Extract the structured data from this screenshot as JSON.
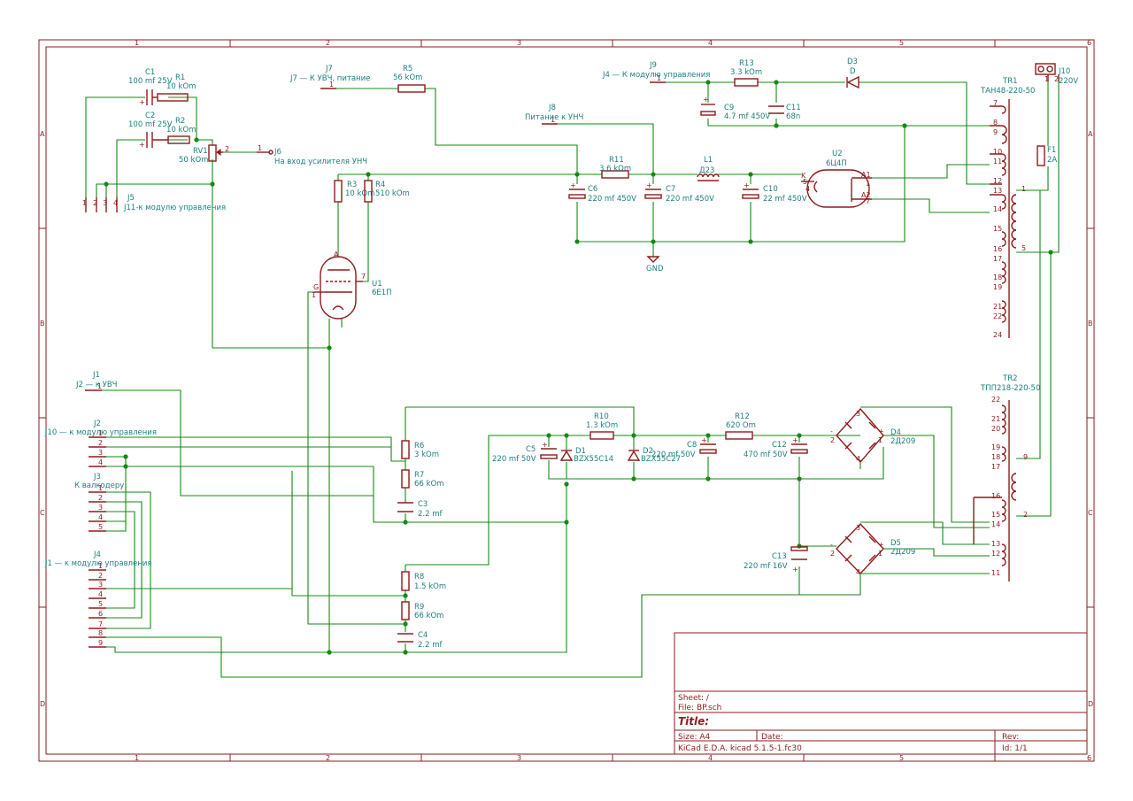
{
  "frame": {
    "cols": [
      "1",
      "2",
      "3",
      "4",
      "5",
      "6"
    ],
    "rows": [
      "A",
      "B",
      "C",
      "D"
    ]
  },
  "components": {
    "C1": {
      "ref": "C1",
      "val": "100 mf 25V"
    },
    "R1": {
      "ref": "R1",
      "val": "10 kOm"
    },
    "C2": {
      "ref": "C2",
      "val": "100 mf 25V"
    },
    "R2": {
      "ref": "R2",
      "val": "10 kOm"
    },
    "RV1": {
      "ref": "RV1",
      "val": "50 kOm"
    },
    "J6": {
      "ref": "J6",
      "val": "На вход усилителя УНЧ"
    },
    "J7": {
      "ref": "J7",
      "val": "J7 — К УВЧ, питание"
    },
    "R5": {
      "ref": "R5",
      "val": "56 kOm"
    },
    "J8": {
      "ref": "J8",
      "val": "Питание к УНЧ"
    },
    "J9": {
      "ref": "J9",
      "val": "J4 — К модулю управления"
    },
    "R13": {
      "ref": "R13",
      "val": "3.3 kOm"
    },
    "D3": {
      "ref": "D3",
      "val": "D"
    },
    "C9": {
      "ref": "C9",
      "val": "4.7 mf 450V"
    },
    "C11": {
      "ref": "C11",
      "val": "68n"
    },
    "J10": {
      "ref": "J10",
      "val": "220V"
    },
    "TR1": {
      "ref": "TR1",
      "val": "ТАН48-220-50"
    },
    "F1": {
      "ref": "F1",
      "val": "2A"
    },
    "R11": {
      "ref": "R11",
      "val": "3.6 kOm"
    },
    "L1": {
      "ref": "L1",
      "val": "Д23"
    },
    "U2": {
      "ref": "U2",
      "val": "6Ц4П"
    },
    "C6": {
      "ref": "C6",
      "val": "220 mf 450V"
    },
    "C7": {
      "ref": "C7",
      "val": "220 mf 450V"
    },
    "C10": {
      "ref": "C10",
      "val": "22 mf 450V"
    },
    "R3": {
      "ref": "R3",
      "val": "10 kOm"
    },
    "R4": {
      "ref": "R4",
      "val": "510 kOm"
    },
    "U1": {
      "ref": "U1",
      "val": "6Е1П"
    },
    "J5": {
      "ref": "J5",
      "val": "J11-к модулю управления"
    },
    "GND": {
      "ref": "GND",
      "val": ""
    },
    "J1": {
      "ref": "J1",
      "val": "J2 — к УВЧ"
    },
    "J2": {
      "ref": "J2",
      "val": "J10 — к модулю управления"
    },
    "J3": {
      "ref": "J3",
      "val": "К валкодеру"
    },
    "J4": {
      "ref": "J4",
      "val": "J1 — к модулю управления"
    },
    "R6": {
      "ref": "R6",
      "val": "3 kOm"
    },
    "R7": {
      "ref": "R7",
      "val": "66 kOm"
    },
    "C3": {
      "ref": "C3",
      "val": "2.2 mf"
    },
    "R8": {
      "ref": "R8",
      "val": "1.5 kOm"
    },
    "R9": {
      "ref": "R9",
      "val": "66 kOm"
    },
    "C4": {
      "ref": "C4",
      "val": "2.2 mf"
    },
    "R10": {
      "ref": "R10",
      "val": "1.3 kOm"
    },
    "C5": {
      "ref": "C5",
      "val": "220 mf 50V"
    },
    "D1": {
      "ref": "D1",
      "val": "BZX55C14"
    },
    "D2": {
      "ref": "D2",
      "val": "BZX55C27"
    },
    "C8": {
      "ref": "C8",
      "val": "220 mf 50V"
    },
    "R12": {
      "ref": "R12",
      "val": "620 Om"
    },
    "C12": {
      "ref": "C12",
      "val": "470 mf 50V"
    },
    "D4": {
      "ref": "D4",
      "val": "2Д209"
    },
    "D5": {
      "ref": "D5",
      "val": "2Д209"
    },
    "C13": {
      "ref": "C13",
      "val": "220 mf 16V"
    },
    "TR2": {
      "ref": "TR2",
      "val": "ТПП218-220-50"
    }
  },
  "tr1_pins": [
    "7",
    "8",
    "9",
    "10",
    "11",
    "12",
    "13",
    "14",
    "15",
    "16",
    "17",
    "18",
    "19",
    "21",
    "22",
    "24"
  ],
  "tr2_pins": [
    "22",
    "21",
    "20",
    "19",
    "18",
    "17",
    "16",
    "15",
    "14",
    "13",
    "12",
    "11"
  ],
  "title_block": {
    "sheet": "Sheet: /",
    "file": "File: BP.sch",
    "title": "Title:",
    "size": "Size: A4",
    "date": "Date:",
    "rev": "Rev:",
    "tool": "KiCad E.D.A.  kicad 5.1.5-1.fc30",
    "id": "Id: 1/1"
  },
  "colors": {
    "frame": "#8e1b1b",
    "wire": "#138a13",
    "label": "#1e7f7f"
  }
}
